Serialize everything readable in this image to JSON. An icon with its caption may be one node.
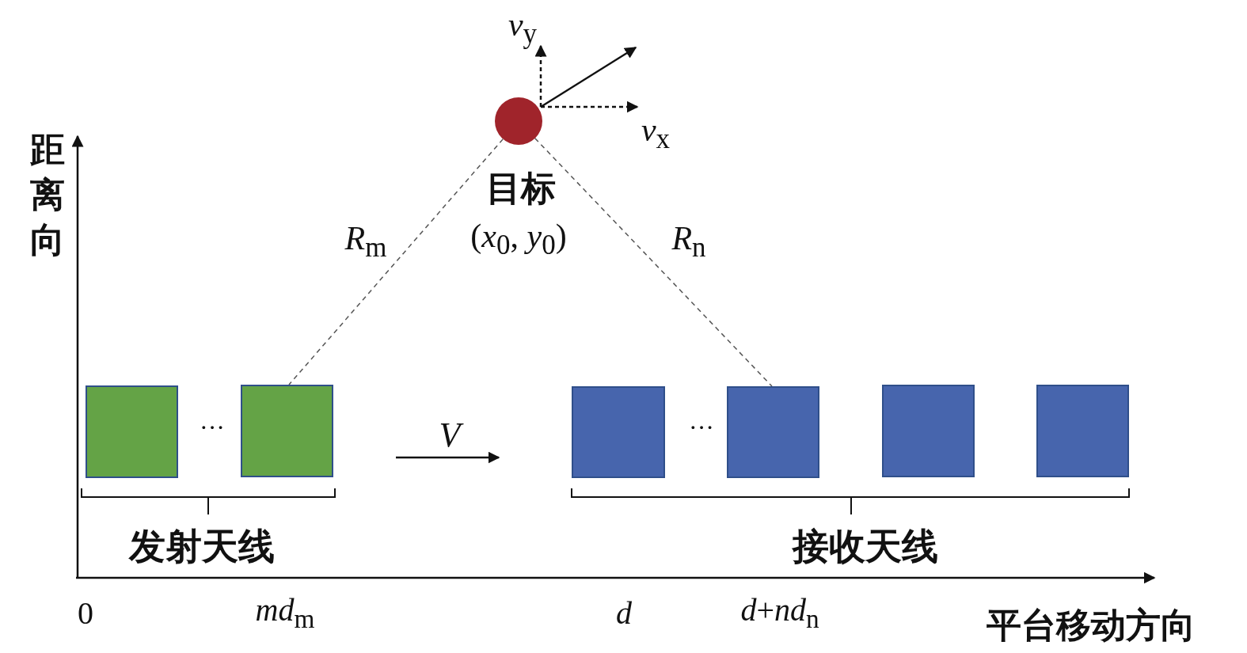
{
  "diagram": {
    "nodes": [
      {
        "text": [],
        "shape": "circle",
        "beside": [
          "目标",
          "(*x*$_{0}$, *y*$_{0}$)"
        ]
      },
      {
        "text": [],
        "shape": "box"
      },
      {
        "text": [],
        "shape": "box"
      },
      {
        "text": [],
        "shape": "box"
      },
      {
        "text": [],
        "shape": "box"
      },
      {
        "text": [],
        "shape": "box"
      },
      {
        "text": [],
        "shape": "box"
      }
    ],
    "edges": [
      {
        "from": 0,
        "to": 2,
        "arrow": "none",
        "style": "dashed",
        "label": "*R*$_{m}$"
      },
      {
        "from": 0,
        "to": 4,
        "arrow": "none",
        "style": "dashed",
        "label": "*R*$_{n}$"
      }
    ],
    "labels": [
      "*v*$_{y}$",
      "*v*$_{x}$",
      "距离向",
      "···",
      "*V*",
      "···",
      "发射天线",
      "接收天线",
      "0",
      "*md*$_{m}$",
      "*d*",
      "*d*+*nd*$_{n}$",
      "平台移动方向"
    ]
  }
}
